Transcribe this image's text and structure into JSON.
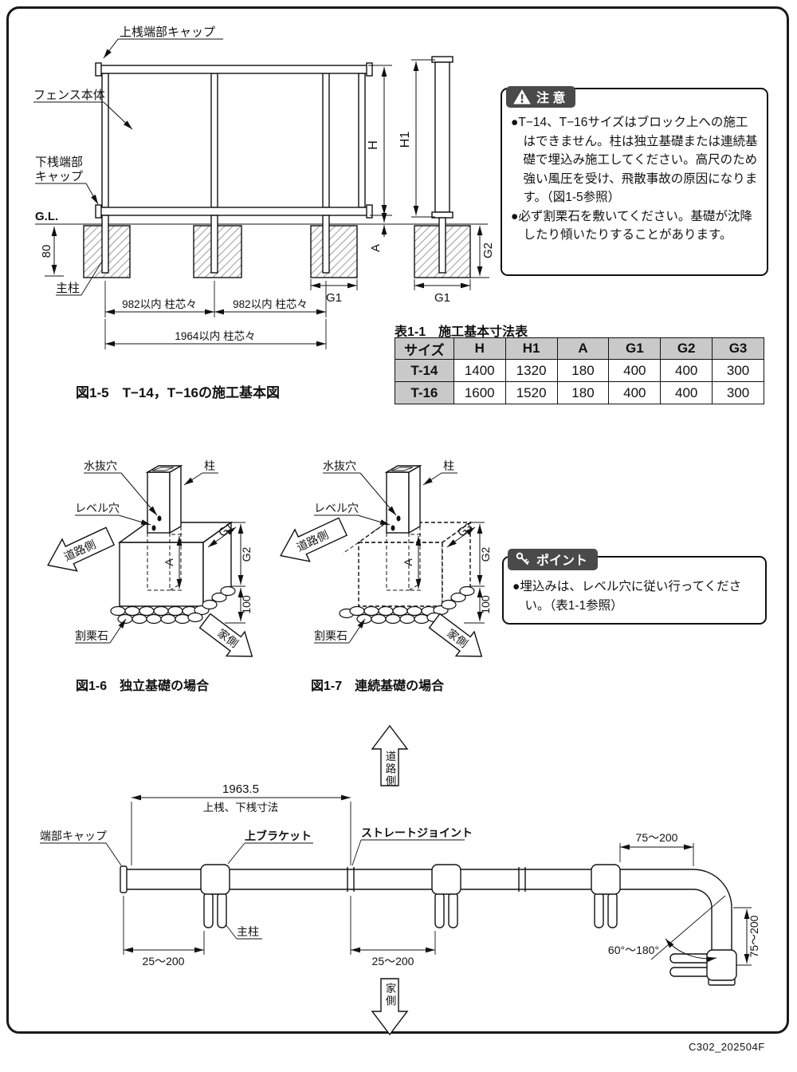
{
  "page": {
    "footer_code": "C302_202504F"
  },
  "colors": {
    "box_header_bg": "#4a4a4a",
    "box_header_text": "#ffffff",
    "table_header_bg": "#c9c9c9",
    "line": "#1a1a1a"
  },
  "fig15": {
    "caption": "図1-5　T−14，T−16の施工基本図",
    "label_top_cap": "上桟端部キャップ",
    "label_fence_body": "フェンス本体",
    "label_bottom_cap_line1": "下桟端部",
    "label_bottom_cap_line2": "キャップ",
    "label_gl": "G.L.",
    "label_main_post": "主柱",
    "dim_80": "80",
    "dim_h": "H",
    "dim_h1": "H1",
    "dim_a": "A",
    "dim_g1_left": "G1",
    "dim_g1_right": "G1",
    "dim_g2": "G2",
    "dim_span_left": "982以内 柱芯々",
    "dim_span_right": "982以内 柱芯々",
    "dim_span_total": "1964以内 柱芯々"
  },
  "caution": {
    "title": "注 意",
    "items": [
      "●T−14、T−16サイズはブロック上への施工はできません。柱は独立基礎または連続基礎で埋込み施工してください。高尺のため強い風圧を受け、飛散事故の原因になります。（図1-5参照）",
      "●必ず割栗石を敷いてください。基礎が沈降したり傾いたりすることがあります。"
    ]
  },
  "table": {
    "title": "表1-1　施工基本寸法表",
    "headers": [
      "サイズ",
      "H",
      "H1",
      "A",
      "G1",
      "G2",
      "G3"
    ],
    "rows": [
      [
        "T-14",
        "1400",
        "1320",
        "180",
        "400",
        "400",
        "300"
      ],
      [
        "T-16",
        "1600",
        "1520",
        "180",
        "400",
        "400",
        "300"
      ]
    ]
  },
  "fig16": {
    "caption": "図1-6　独立基礎の場合",
    "label_drain_hole": "水抜穴",
    "label_post": "柱",
    "label_level_hole": "レベル穴",
    "label_rubble": "割栗石",
    "label_road_side": "道路側",
    "label_house_side": "家側",
    "dim_g1": "G1",
    "dim_g2": "G2",
    "dim_a": "A",
    "dim_100": "100"
  },
  "fig17": {
    "caption": "図1-7　連続基礎の場合",
    "label_drain_hole": "水抜穴",
    "label_post": "柱",
    "label_level_hole": "レベル穴",
    "label_rubble": "割栗石",
    "label_road_side": "道路側",
    "label_house_side": "家側",
    "dim_g3": "G3",
    "dim_g2": "G2",
    "dim_a": "A",
    "dim_100": "100"
  },
  "point": {
    "title": "ポイント",
    "items": [
      "●埋込みは、レベル穴に従い行ってください。（表1-1参照）"
    ]
  },
  "fig18": {
    "label_road_side": "道路側",
    "label_house_side": "家側",
    "dim_total": "1963.5",
    "dim_total_note": "上桟、下桟寸法",
    "label_end_cap": "端部キャップ",
    "label_top_bracket": "上ブラケット",
    "label_straight_joint": "ストレートジョイント",
    "label_main_post": "主柱",
    "dim_offset_left": "25～200",
    "dim_offset_mid": "25～200",
    "dim_corner_top": "75～200",
    "dim_corner_right": "75～200",
    "dim_angle": "60°～180°"
  }
}
